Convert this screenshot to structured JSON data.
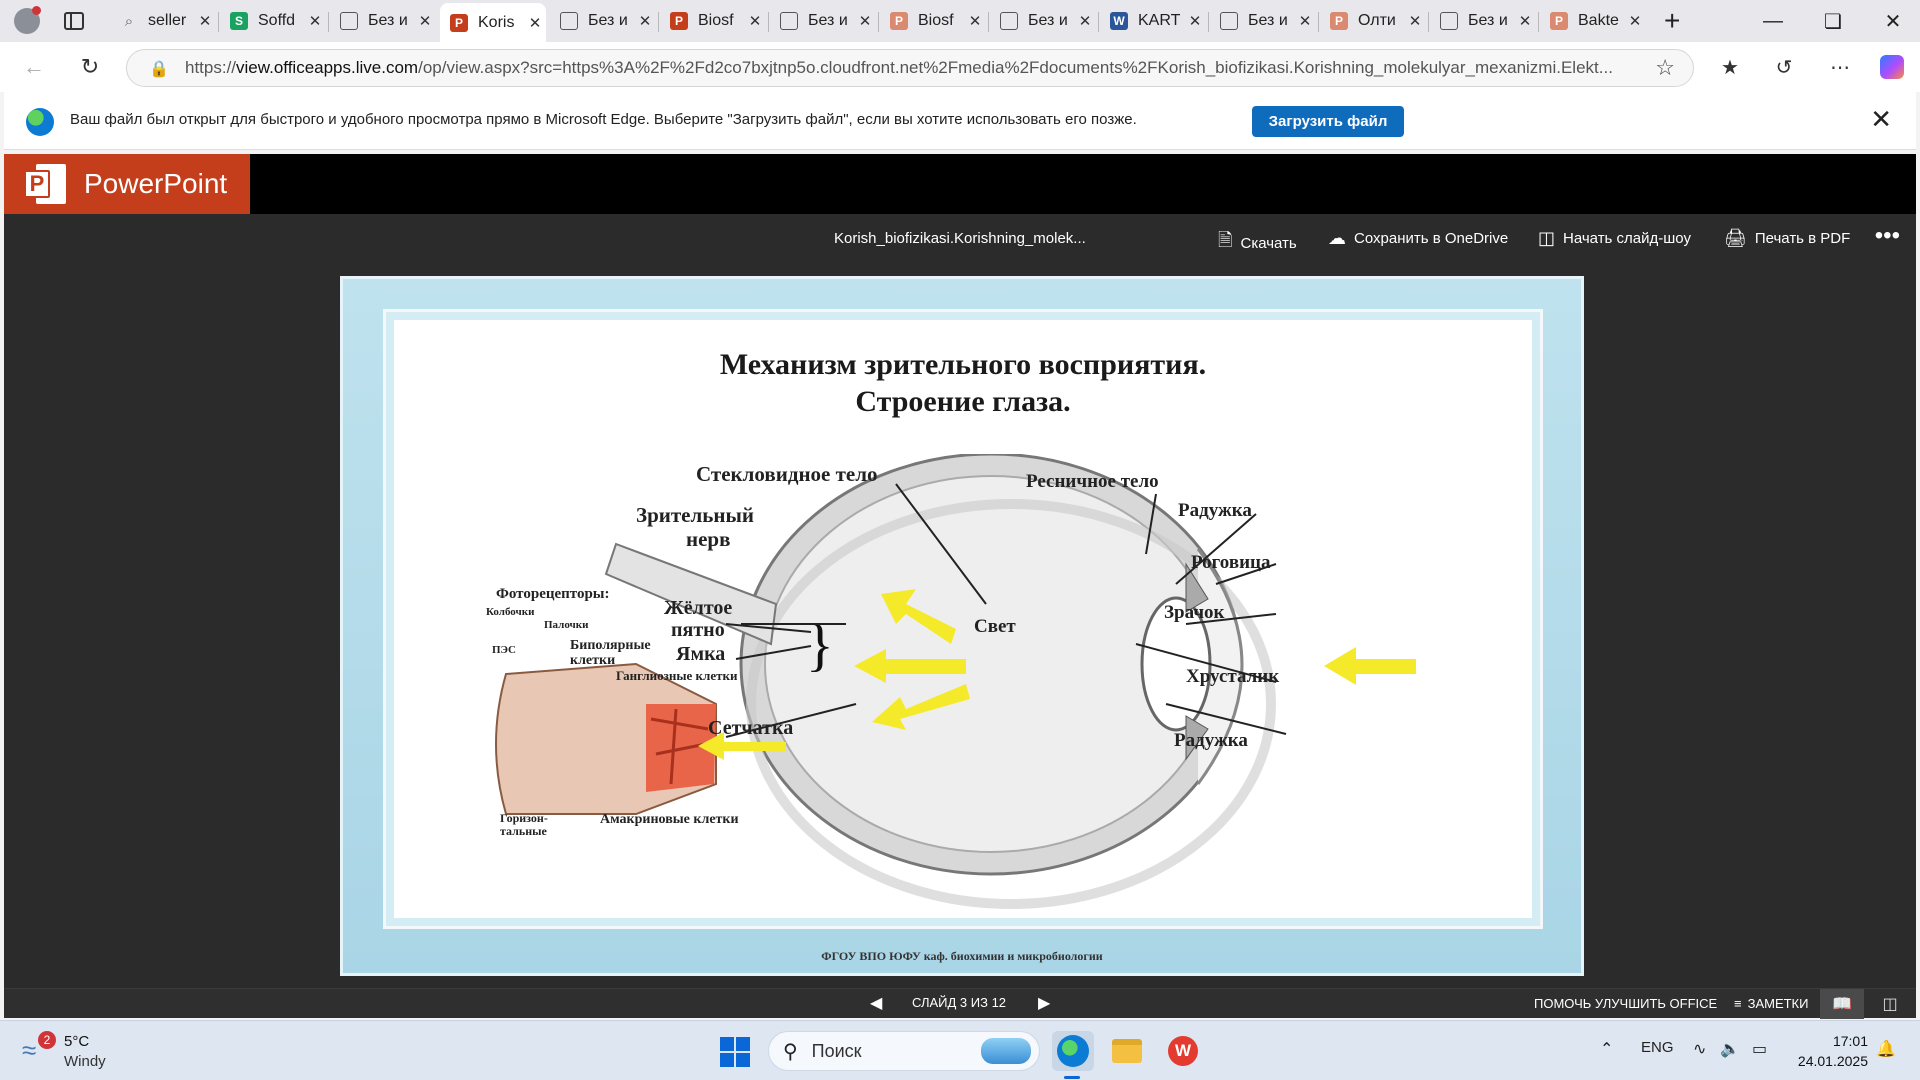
{
  "browser": {
    "tabs": [
      {
        "title": "seller",
        "icon": "search"
      },
      {
        "title": "Soffd",
        "icon": "green"
      },
      {
        "title": "Без и",
        "icon": "page"
      },
      {
        "title": "Koris",
        "icon": "ppt",
        "active": true
      },
      {
        "title": "Без и",
        "icon": "page"
      },
      {
        "title": "Biosf",
        "icon": "ppt"
      },
      {
        "title": "Без и",
        "icon": "page"
      },
      {
        "title": "Biosf",
        "icon": "ppt-pale"
      },
      {
        "title": "Без и",
        "icon": "page"
      },
      {
        "title": "KART",
        "icon": "word"
      },
      {
        "title": "Без и",
        "icon": "page"
      },
      {
        "title": "Олти",
        "icon": "ppt-pale"
      },
      {
        "title": "Без и",
        "icon": "page"
      },
      {
        "title": "Bakte",
        "icon": "ppt-pale"
      }
    ],
    "new_tab": "+",
    "url_prefix": "https://",
    "url_host": "view.officeapps.live.com",
    "url_rest": "/op/view.aspx?src=https%3A%2F%2Fd2co7bxjtnp5o.cloudfront.net%2Fmedia%2Fdocuments%2FKorish_biofizikasi.Korishning_molekulyar_mexanizmi.Elekt..."
  },
  "infobar": {
    "message": "Ваш файл был открыт для быстрого и удобного просмотра прямо в Microsoft Edge. Выберите \"Загрузить файл\", если вы хотите использовать его позже.",
    "button": "Загрузить файл"
  },
  "ppt": {
    "app_name": "PowerPoint",
    "doc_title": "Korish_biofizikasi.Korishning_molek...",
    "actions": {
      "download": "Скачать",
      "save_onedrive": "Сохранить в OneDrive",
      "slideshow": "Начать слайд-шоу",
      "print_pdf": "Печать в PDF"
    },
    "status": {
      "slide_counter": "СЛАЙД 3 ИЗ 12",
      "help": "ПОМОЧЬ УЛУЧШИТЬ OFFICE",
      "notes": "ЗАМЕТКИ"
    }
  },
  "slide": {
    "title_line1": "Механизм зрительного восприятия.",
    "title_line2": "Строение глаза.",
    "footer": "ФГОУ ВПО ЮФУ  каф. биохимии и микробиологии",
    "labels": {
      "vitreous": "Стекловидное тело",
      "ciliary": "Ресничное тело",
      "optic_nerve_1": "Зрительный",
      "optic_nerve_2": "нерв",
      "iris_top": "Радужка",
      "cornea": "Роговица",
      "photoreceptors": "Фоторецепторы:",
      "cones": "Колбочки",
      "rods": "Палочки",
      "rpe": "ПЭС",
      "bipolar_1": "Биполярные",
      "bipolar_2": "клетки",
      "ganglion": "Ганглиозные клетки",
      "macula_1": "Жёлтое",
      "macula_2": "пятно",
      "fovea": "Ямка",
      "light": "Свет",
      "pupil": "Зрачок",
      "lens": "Хрусталик",
      "retina": "Сетчатка",
      "iris_bottom": "Радужка",
      "horizontal_1": "Горизон-",
      "horizontal_2": "тальные",
      "amacrine": "Амакриновые клетки"
    }
  },
  "taskbar": {
    "weather_temp": "5°C",
    "weather_desc": "Windy",
    "weather_badge": "2",
    "search_placeholder": "Поиск",
    "lang": "ENG",
    "time": "17:01",
    "date": "24.01.2025"
  },
  "colors": {
    "ppt_brand": "#c43e1c",
    "accent_blue": "#0f6cbd",
    "light_arrow": "#f5ea2a"
  }
}
